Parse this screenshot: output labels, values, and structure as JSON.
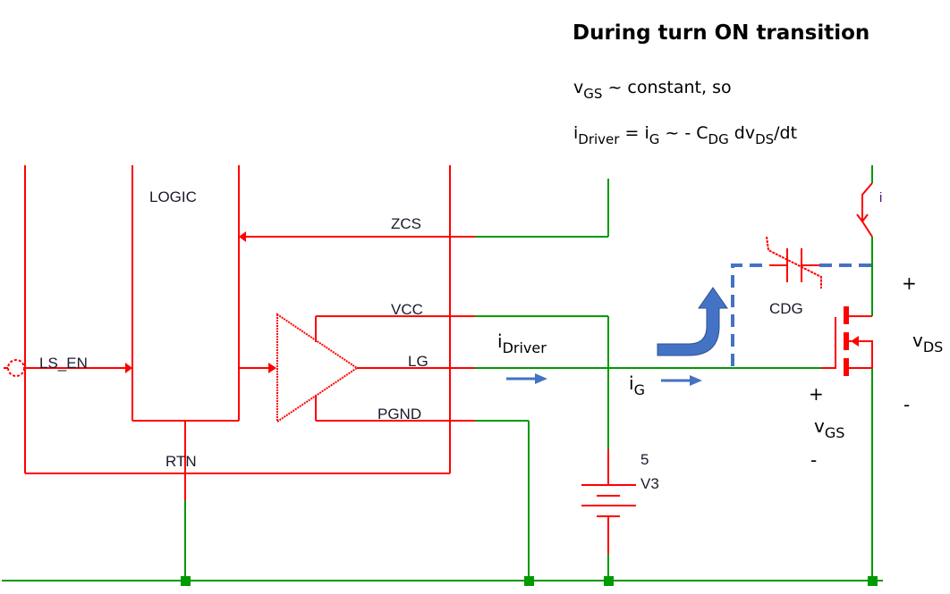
{
  "header": {
    "title": "During turn ON transition",
    "line1": {
      "var": "v",
      "sub": "GS",
      "rest": " ~ constant, so"
    },
    "line2": {
      "p1": "i",
      "p1_sub": "Driver",
      "p2": " =  i",
      "p2_sub": "G",
      "p3": " ~  - C",
      "p3_sub": "DG",
      "p4": " dv",
      "p4_sub": "DS",
      "p5": "/dt"
    }
  },
  "schematic": {
    "logic_block": "LOGIC",
    "input_pin": "LS_EN",
    "pins": {
      "zcs": "ZCS",
      "vcc": "VCC",
      "lg": "LG",
      "pgnd": "PGND",
      "rtn": "RTN"
    },
    "source": {
      "value": "5",
      "name": "V3"
    },
    "capacitor": "CDG",
    "current_probe": "i"
  },
  "annotations": {
    "i_driver": {
      "main": "i",
      "sub": "Driver"
    },
    "i_g": {
      "main": "i",
      "sub": "G"
    },
    "vgs": {
      "plus": "+",
      "main": "v",
      "sub": "GS",
      "minus": "-"
    },
    "vds": {
      "plus": "+",
      "main": "v",
      "sub": "DS",
      "minus": "-"
    }
  },
  "colors": {
    "wire_internal": "#ff0000",
    "wire_external": "#009900",
    "annotation": "#4472c4"
  }
}
